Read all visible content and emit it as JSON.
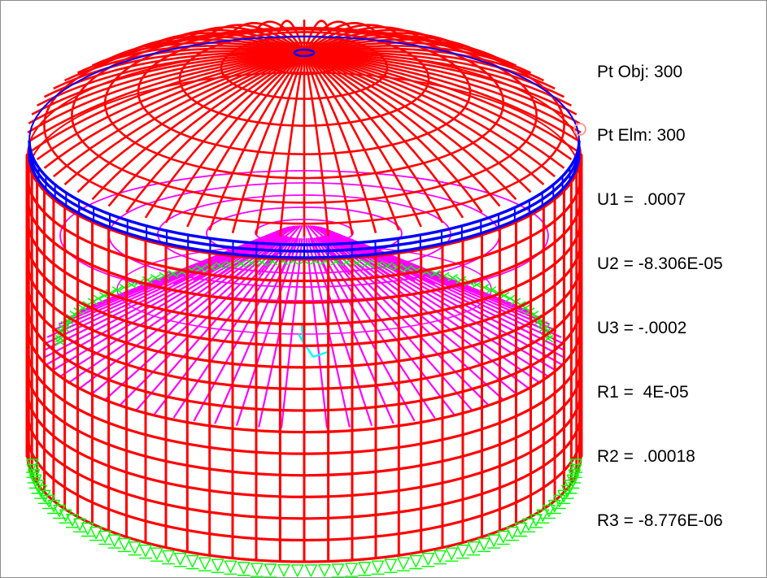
{
  "viewport": {
    "background_color": "#ffffff",
    "border_color": "#8c8c8c"
  },
  "model": {
    "description": "tank-frame-3d-wireframe",
    "colors": {
      "shell_frame": "#ff0000",
      "roof_ring": "#0000ff",
      "interior_radial": "#ff00ff",
      "supports": "#00ff00",
      "local_axes": "#00ffff"
    },
    "icons": [
      "point-marker-icon",
      "support-restraint-icon",
      "local-axes-icon"
    ]
  },
  "point_info": {
    "pt_obj": "Pt Obj: 300",
    "pt_elm": "Pt Elm: 300",
    "u1": "U1 =  .0007",
    "u2": "U2 = -8.306E-05",
    "u3": "U3 = -.0002",
    "r1": "R1 =  4E-05",
    "r2": "R2 =  .00018",
    "r3": "R3 = -8.776E-06"
  }
}
